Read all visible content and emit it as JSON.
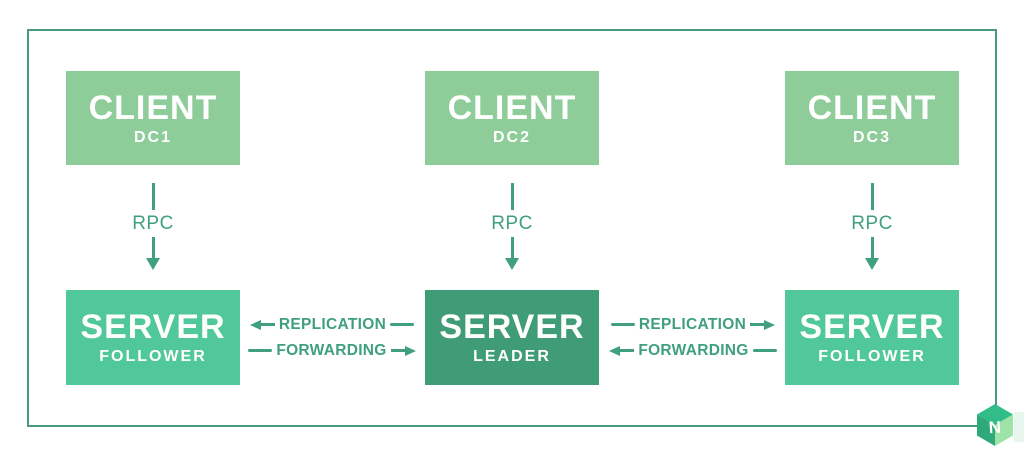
{
  "colors": {
    "client-box": "#8ecd99",
    "follower-box": "#50c89b",
    "leader-box": "#3f9c76",
    "line": "#3f9f7e",
    "border": "#4a9a7b",
    "box-text": "#ffffff",
    "logo-top": "#31bd87",
    "logo-left": "#2fa87a",
    "logo-right": "#9de4a6"
  },
  "nodes": {
    "client1": {
      "title": "CLIENT",
      "sub": "DC1"
    },
    "client2": {
      "title": "CLIENT",
      "sub": "DC2"
    },
    "client3": {
      "title": "CLIENT",
      "sub": "DC3"
    },
    "server1": {
      "title": "SERVER",
      "sub": "FOLLOWER"
    },
    "server2": {
      "title": "SERVER",
      "sub": "LEADER"
    },
    "server3": {
      "title": "SERVER",
      "sub": "FOLLOWER"
    }
  },
  "edges": {
    "rpc1": "RPC",
    "rpc2": "RPC",
    "rpc3": "RPC",
    "left_replication": "REPLICATION",
    "left_forwarding": "FORWARDING",
    "right_replication": "REPLICATION",
    "right_forwarding": "FORWARDING"
  },
  "logo": {
    "letter": "N"
  }
}
